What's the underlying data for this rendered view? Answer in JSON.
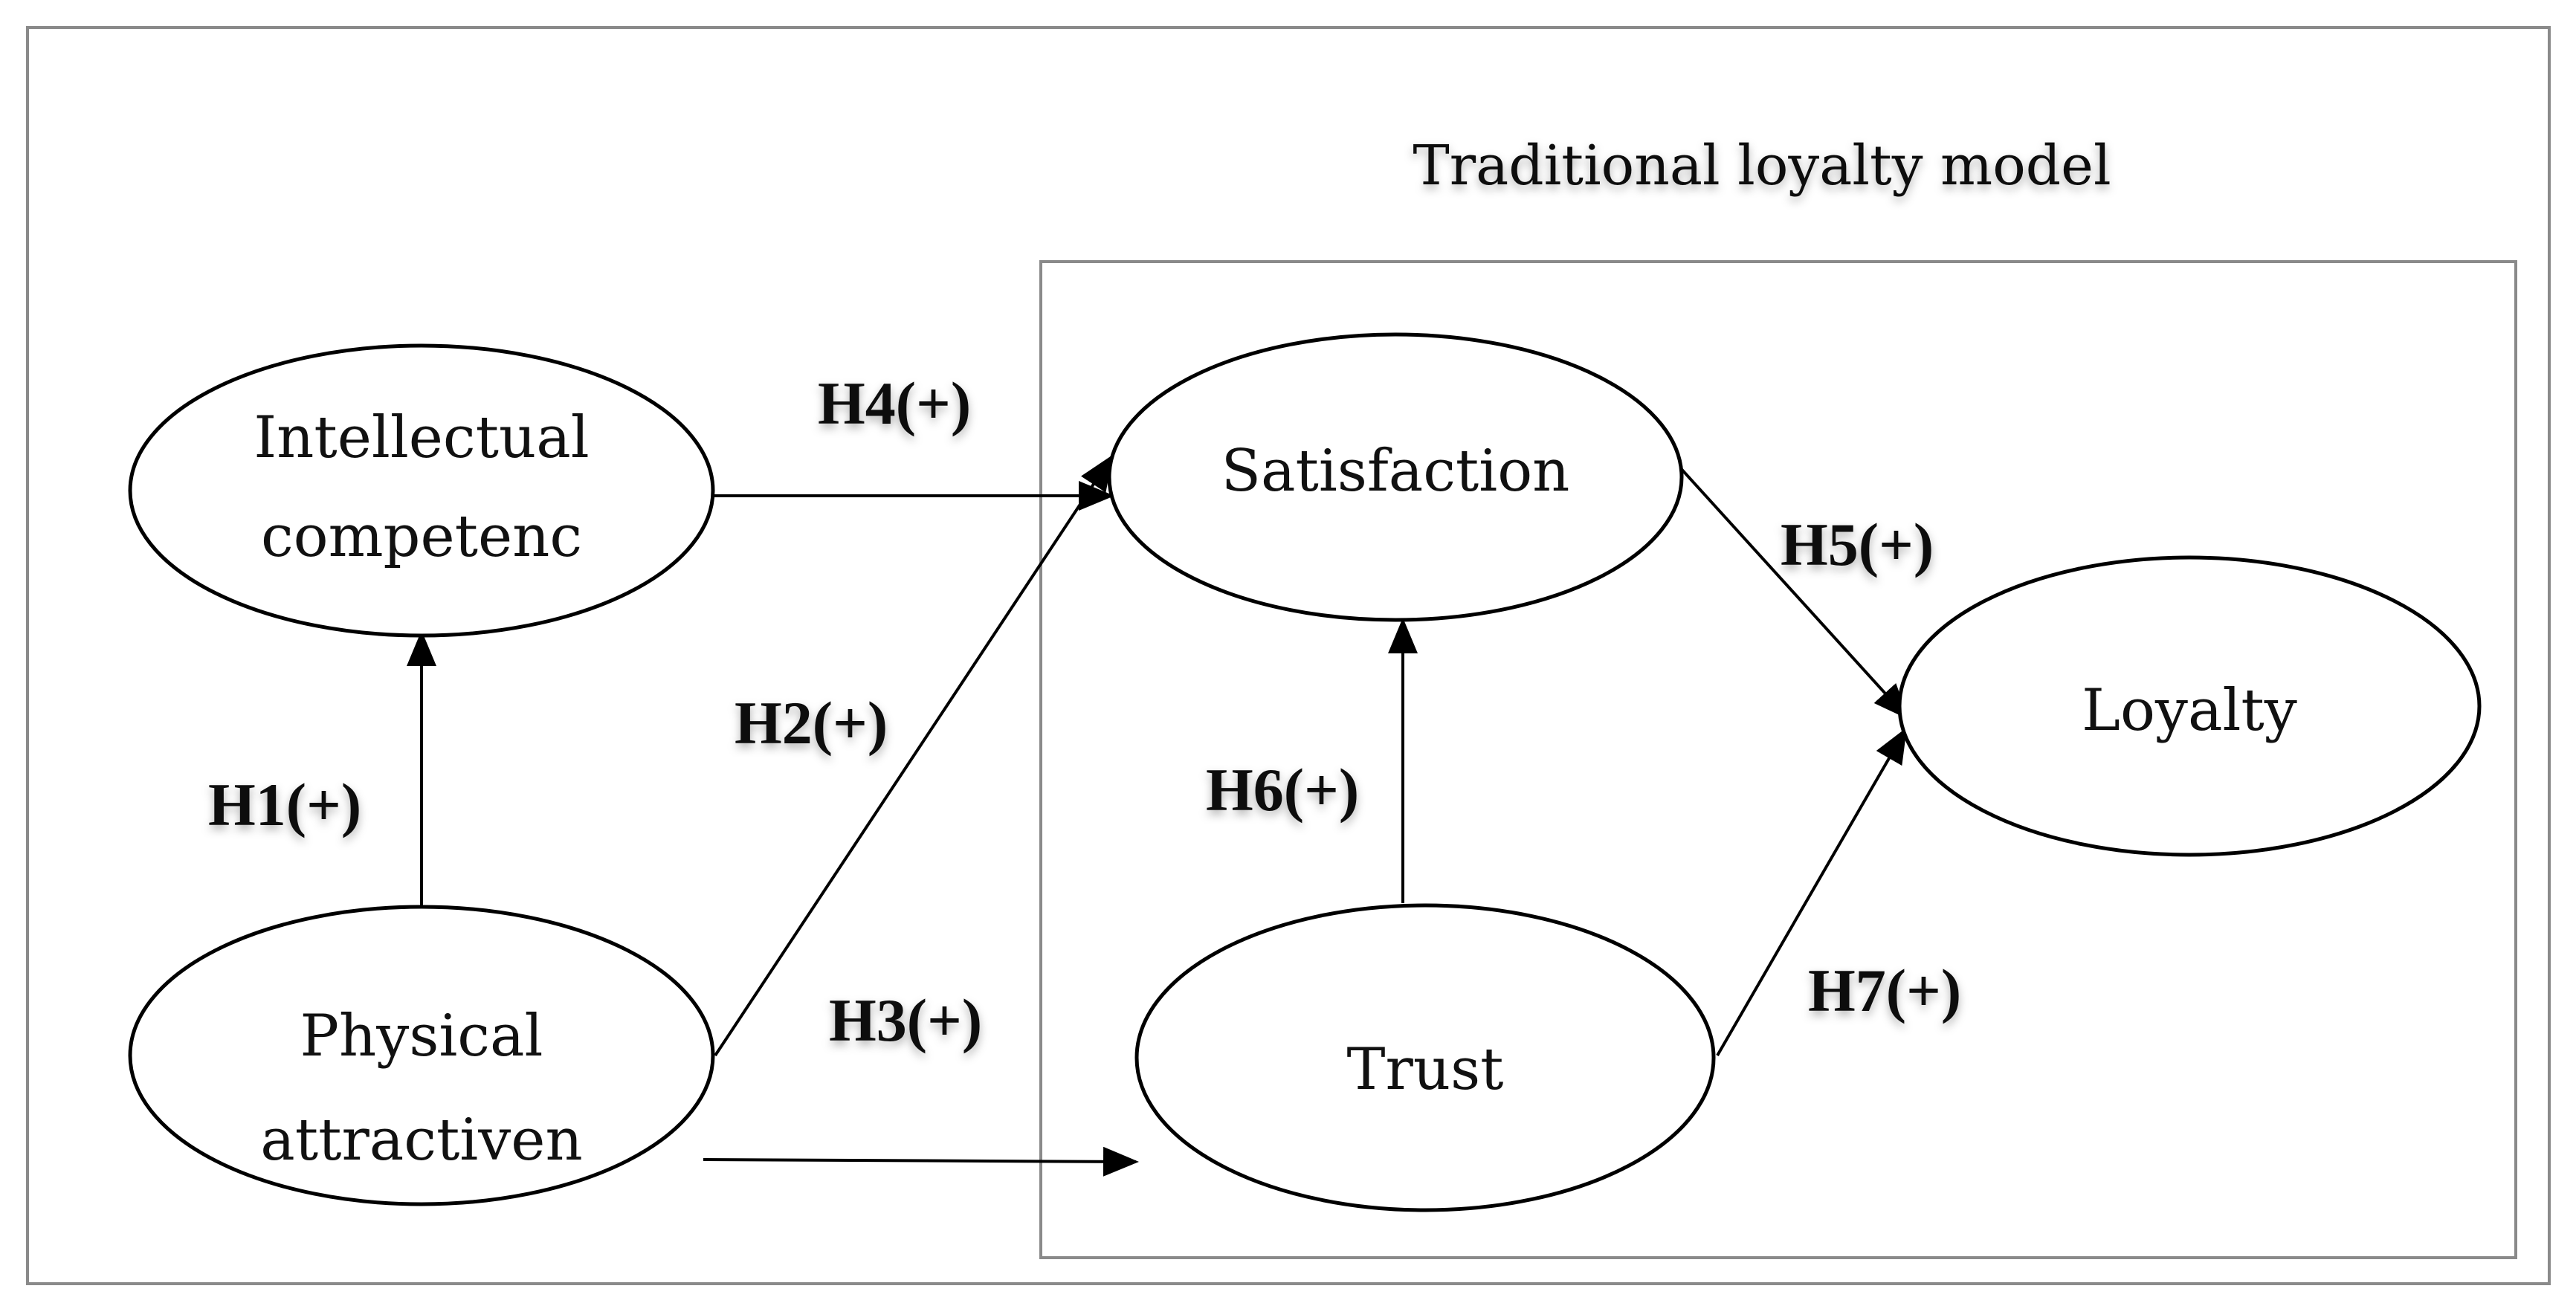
{
  "group": {
    "title": "Traditional loyalty model"
  },
  "nodes": {
    "intellectual": {
      "line1": "Intellectual",
      "line2": "competenc"
    },
    "physical": {
      "line1": "Physical",
      "line2": "attractiven"
    },
    "satisfaction": {
      "label": "Satisfaction"
    },
    "trust": {
      "label": "Trust"
    },
    "loyalty": {
      "label": "Loyalty"
    }
  },
  "hypotheses": {
    "h1": "H1(+)",
    "h2": "H2(+)",
    "h3": "H3(+)",
    "h4": "H4(+)",
    "h5": "H5(+)",
    "h6": "H6(+)",
    "h7": "H7(+)"
  },
  "edges": [
    {
      "from": "physical",
      "to": "intellectual",
      "hypothesis": "h1"
    },
    {
      "from": "physical",
      "to": "satisfaction",
      "hypothesis": "h2"
    },
    {
      "from": "physical",
      "to": "trust",
      "hypothesis": "h3"
    },
    {
      "from": "intellectual",
      "to": "satisfaction",
      "hypothesis": "h4"
    },
    {
      "from": "satisfaction",
      "to": "loyalty",
      "hypothesis": "h5"
    },
    {
      "from": "trust",
      "to": "satisfaction",
      "hypothesis": "h6"
    },
    {
      "from": "trust",
      "to": "loyalty",
      "hypothesis": "h7"
    }
  ],
  "colors": {
    "outer_frame": "#8a8a8a",
    "inner_frame": "#8a8a8a",
    "stroke": "#000000",
    "text": "#111111"
  }
}
